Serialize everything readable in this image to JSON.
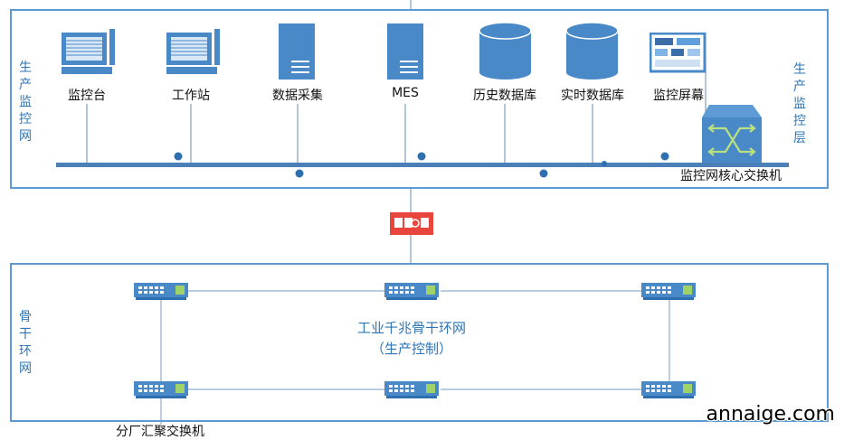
{
  "monitoring_layer": {
    "left_label": "生\n产\n监\n控\n网",
    "right_label": "生\n产\n监\n控\n层",
    "nodes": [
      {
        "label": "监控台",
        "icon": "monitor-icon"
      },
      {
        "label": "工作站",
        "icon": "monitor-icon"
      },
      {
        "label": "数据采集",
        "icon": "server-icon"
      },
      {
        "label": "MES",
        "icon": "server-icon"
      },
      {
        "label": "历史数据库",
        "icon": "database-icon"
      },
      {
        "label": "实时数据库",
        "icon": "database-icon"
      },
      {
        "label": "监控屏幕",
        "icon": "screen-icon"
      }
    ],
    "core_switch_label": "监控网核心交换机"
  },
  "backbone": {
    "left_label": "骨\n干\n环\n网",
    "title_line1": "工业千兆骨干环网",
    "title_line2": "（生产控制）",
    "bottom_cut_label": "分厂汇聚交换机"
  },
  "colors": {
    "border": "#5b9bd5",
    "label_blue": "#2e75b6",
    "icon_blue": "#4a89c8",
    "firewall_red": "#e8453c",
    "switch_green": "#9fd36a"
  },
  "watermark": "annaige.com"
}
